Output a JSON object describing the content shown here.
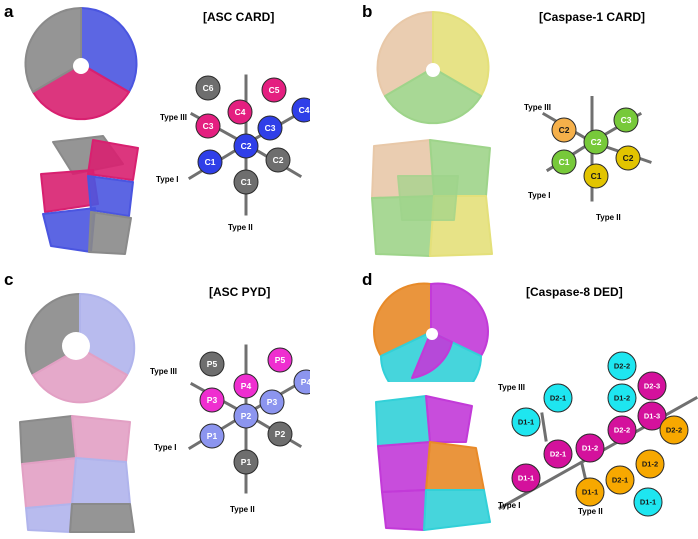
{
  "panels": [
    {
      "letter": "a",
      "title": "[ASC CARD]",
      "type_labels": {
        "t3": "Type III",
        "t1": "Type I",
        "t2": "Type II"
      },
      "colors": {
        "c": "#2f3fe8",
        "m": "#e41f80",
        "g": "#6e6e6e"
      },
      "nodes": [
        {
          "label": "C6",
          "color": "g"
        },
        {
          "label": "C4",
          "color": "m"
        },
        {
          "label": "C5",
          "color": "m"
        },
        {
          "label": "C3",
          "color": "m"
        },
        {
          "label": "C3",
          "color": "c"
        },
        {
          "label": "C4",
          "color": "c"
        },
        {
          "label": "C2",
          "color": "c"
        },
        {
          "label": "C1",
          "color": "c"
        },
        {
          "label": "C2",
          "color": "g"
        },
        {
          "label": "C1",
          "color": "g"
        }
      ]
    },
    {
      "letter": "b",
      "title": "[Caspase-1 CARD]",
      "type_labels": {
        "t3": "Type III",
        "t1": "Type I",
        "t2": "Type II"
      },
      "colors": {
        "green": "#77c93a",
        "yellow": "#e2c400",
        "orange": "#f5b04a"
      },
      "nodes": [
        {
          "label": "C3",
          "color": "green"
        },
        {
          "label": "C2",
          "color": "orange"
        },
        {
          "label": "C2",
          "color": "green"
        },
        {
          "label": "C1",
          "color": "green"
        },
        {
          "label": "C2",
          "color": "yellow"
        },
        {
          "label": "C1",
          "color": "yellow"
        }
      ]
    },
    {
      "letter": "c",
      "title": "[ASC PYD]",
      "type_labels": {
        "t3": "Type III",
        "t1": "Type I",
        "t2": "Type II"
      },
      "colors": {
        "blue": "#8c95ef",
        "magenta": "#ef2ed0",
        "gray": "#6e6e6e"
      },
      "nodes": [
        {
          "label": "P5",
          "color": "gray"
        },
        {
          "label": "P4",
          "color": "magenta"
        },
        {
          "label": "P5",
          "color": "magenta"
        },
        {
          "label": "P3",
          "color": "magenta"
        },
        {
          "label": "P3",
          "color": "blue"
        },
        {
          "label": "P4",
          "color": "blue"
        },
        {
          "label": "P2",
          "color": "blue"
        },
        {
          "label": "P1",
          "color": "blue"
        },
        {
          "label": "P2",
          "color": "gray"
        },
        {
          "label": "P1",
          "color": "gray"
        }
      ]
    },
    {
      "letter": "d",
      "title": "[Caspase-8 DED]",
      "type_labels": {
        "t3": "Type III",
        "t1": "Type I",
        "t2": "Type II"
      },
      "colors": {
        "cyan": "#1ee6f0",
        "magenta": "#d4119c",
        "orange": "#f7a800"
      },
      "nodes": [
        {
          "label": "D2-2",
          "color": "cyan"
        },
        {
          "label": "D2-3",
          "color": "magenta"
        },
        {
          "label": "D1-2",
          "color": "cyan"
        },
        {
          "label": "D1-3",
          "color": "magenta"
        },
        {
          "label": "D2-1",
          "color": "cyan"
        },
        {
          "label": "D2-2",
          "color": "magenta"
        },
        {
          "label": "D2-2",
          "color": "orange"
        },
        {
          "label": "D1-1",
          "color": "cyan"
        },
        {
          "label": "D1-2",
          "color": "magenta"
        },
        {
          "label": "D1-2",
          "color": "orange"
        },
        {
          "label": "D2-1",
          "color": "magenta"
        },
        {
          "label": "D2-1",
          "color": "orange"
        },
        {
          "label": "D1-1",
          "color": "magenta"
        },
        {
          "label": "D1-1",
          "color": "orange"
        },
        {
          "label": "D1-1",
          "color": "cyan"
        }
      ]
    }
  ],
  "structure_colors": {
    "a": [
      "#8a8a8a",
      "#4a55e0",
      "#d82070"
    ],
    "b": [
      "#e8c8a8",
      "#e4e07a",
      "#9ed48a"
    ],
    "c": [
      "#8a8a8a",
      "#b0b4ec",
      "#e2a0c4"
    ],
    "d": [
      "#e88a28",
      "#32d0d8",
      "#c23ad8"
    ]
  }
}
